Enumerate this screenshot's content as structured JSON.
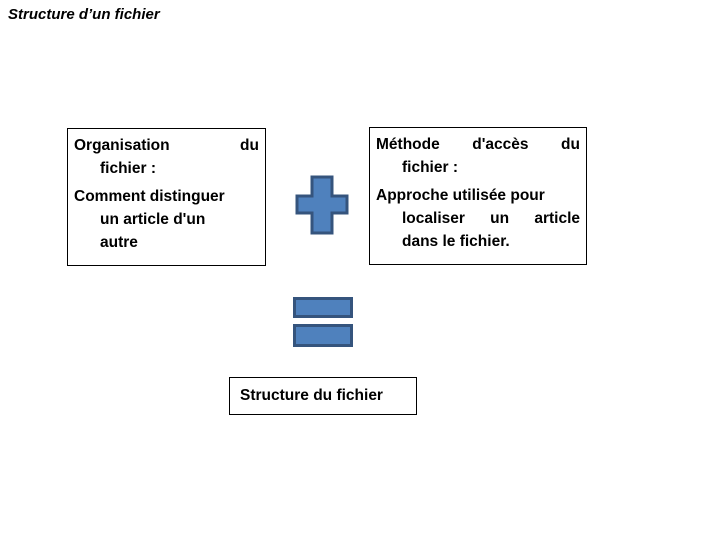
{
  "slide": {
    "title": "Structure d’un fichier",
    "left_box": {
      "lines": [
        {
          "text": "Organisation du",
          "justify": true
        },
        {
          "text": "fichier :",
          "indent": true
        },
        {
          "text": "Comment distinguer",
          "para": true
        },
        {
          "text": "un article d'un",
          "indent": true
        },
        {
          "text": "autre",
          "indent": true
        }
      ]
    },
    "right_box": {
      "lines": [
        {
          "text": "Méthode d'accès du",
          "justify": true
        },
        {
          "text": "fichier :",
          "indent": true
        },
        {
          "text": "Approche utilisée pour",
          "para": true
        },
        {
          "text": "localiser un article",
          "indent": true,
          "justify": true
        },
        {
          "text": "dans le fichier.",
          "indent": true
        }
      ]
    },
    "result_box": {
      "label": "Structure du fichier"
    }
  },
  "icons": {
    "plus_icon": "+",
    "equals_icon": "="
  },
  "colors": {
    "background": "#FFFFFF",
    "text": "#000000",
    "box_border": "#000000",
    "shape_fill": "#4F81BD",
    "shape_border": "#35547D"
  }
}
